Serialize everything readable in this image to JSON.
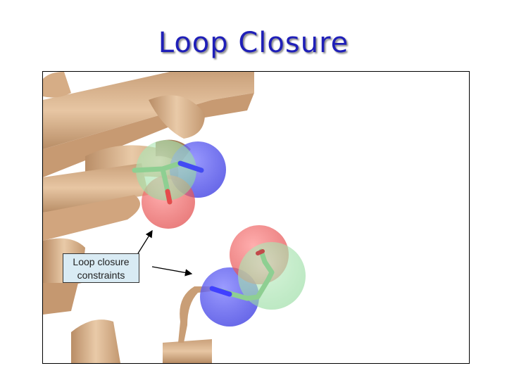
{
  "slide": {
    "title": "Loop Closure",
    "callout": {
      "line1": "Loop closure",
      "line2": "constraints"
    }
  },
  "colors": {
    "title": "#1f1fb8",
    "protein": "#d9b48f",
    "carbon": "#8fd99a",
    "nitrogen": "#4d4dff",
    "oxygen": "#ff5a5a",
    "callout_bg": "#d9ebf4"
  }
}
